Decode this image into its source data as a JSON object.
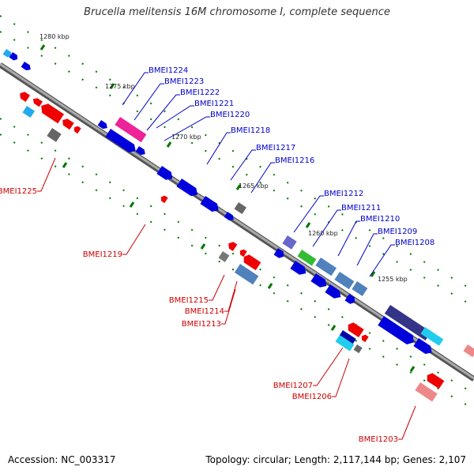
{
  "title": "Brucella melitensis 16M chromosome I, complete sequence",
  "accession_label": "Accession: NC_003317",
  "topology_label": "Topology: circular; Length: 2,117,144 bp; Genes: 2,107",
  "colors": {
    "forward_gene": "#0000dd",
    "reverse_gene": "#ee0000",
    "backbone": "#888888",
    "tick": "#007700",
    "forward_label": "#0000cc",
    "reverse_label": "#cc0000",
    "magenta": "#ee2299",
    "steelblue": "#4f81bd",
    "gray": "#666666",
    "cyan": "#22ccee",
    "green": "#33bb33",
    "purple": "#6666cc",
    "pink": "#ee8888"
  },
  "ticks": [
    {
      "label": "1280 kbp"
    },
    {
      "label": "1275 kbp"
    },
    {
      "label": "1270 kbp"
    },
    {
      "label": "1265 kbp"
    },
    {
      "label": "1260 kbp"
    },
    {
      "label": "1255 kbp"
    }
  ],
  "forward_labels": [
    {
      "label": "BMEI1224"
    },
    {
      "label": "BMEI1223"
    },
    {
      "label": "BMEI1222"
    },
    {
      "label": "BMEI1221"
    },
    {
      "label": "BMEI1220"
    },
    {
      "label": "BMEI1218"
    },
    {
      "label": "BMEI1217"
    },
    {
      "label": "BMEI1216"
    },
    {
      "label": "BMEI1212"
    },
    {
      "label": "BMEI1211"
    },
    {
      "label": "BMEI1210"
    },
    {
      "label": "BMEI1209"
    },
    {
      "label": "BMEI1208"
    }
  ],
  "reverse_labels": [
    {
      "label": "BMEI1225"
    },
    {
      "label": "BMEI1219"
    },
    {
      "label": "BMEI1215"
    },
    {
      "label": "BMEI1214"
    },
    {
      "label": "BMEI1213"
    },
    {
      "label": "BMEI1207"
    },
    {
      "label": "BMEI1206"
    },
    {
      "label": "BMEI1203"
    }
  ]
}
